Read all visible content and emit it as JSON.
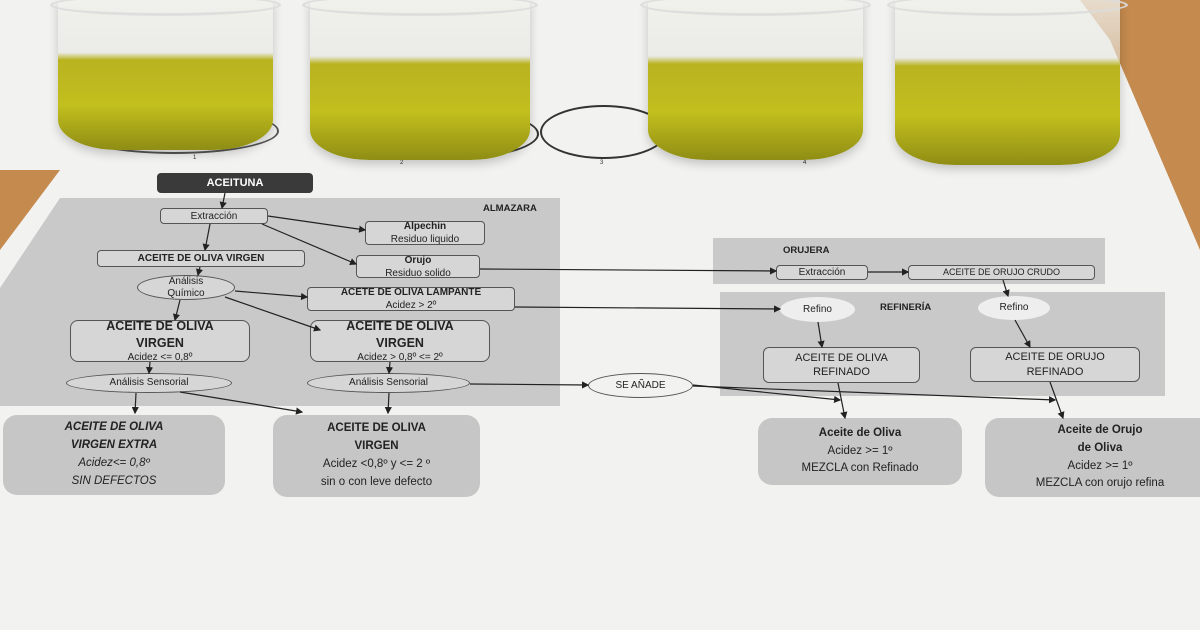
{
  "top": {
    "title": "ACEITUNA"
  },
  "almazara": {
    "label": "ALMAZARA",
    "extraccion": "Extracción",
    "alpechin": "Alpechin",
    "alpechin_sub": "Residuo liquido",
    "orujo": "Orujo",
    "orujo_sub": "Residuo solido",
    "aov": "ACEITE DE OLIVA VIRGEN",
    "analisis_quimico_1": "Análisis",
    "analisis_quimico_2": "Químico",
    "lampante": "ACETE DE OLIVA LAMPANTE",
    "lampante_sub": "Acidez > 2º",
    "aov_left_1": "ACEITE DE OLIVA",
    "aov_left_2": "VIRGEN",
    "aov_left_sub": "Acidez <= 0,8º",
    "aov_right_1": "ACEITE DE OLIVA",
    "aov_right_2": "VIRGEN",
    "aov_right_sub": "Acidez > 0,8º <= 2º",
    "sensorial": "Análisis Sensorial"
  },
  "orujera": {
    "label": "ORUJERA",
    "extraccion": "Extracción",
    "crudo": "ACEITE DE ORUJO CRUDO"
  },
  "refineria": {
    "label": "REFINERÍA",
    "refino": "Refino",
    "ao_ref_1": "ACEITE DE OLIVA",
    "ao_ref_2": "REFINADO",
    "or_ref_1": "ACEITE DE ORUJO",
    "or_ref_2": "REFINADO"
  },
  "se_anade": "SE AÑADE",
  "outputs": [
    {
      "l1": "ACEITE DE OLIVA",
      "l2": "VIRGEN EXTRA",
      "l3": "Acidez<= 0,8º",
      "l4": "SIN DEFECTOS"
    },
    {
      "l1": "ACEITE DE OLIVA",
      "l2": "VIRGEN",
      "l3": "Acidez <0,8º y <= 2 º",
      "l4": "sin o con leve defecto"
    },
    {
      "l1": "Aceite de Oliva",
      "l2": "Acidez >= 1º",
      "l3": "MEZCLA con Refinado"
    },
    {
      "l1": "Aceite de Orujo",
      "l2": "de Oliva",
      "l3": "Acidez >= 1º",
      "l4": "MEZCLA con orujo refina"
    }
  ],
  "cup_numbers": [
    "1",
    "2",
    "3",
    "4"
  ],
  "colors": {
    "oil": "#c2bf1e",
    "panel": "#c9c9c9",
    "header": "#3a3a3a"
  }
}
